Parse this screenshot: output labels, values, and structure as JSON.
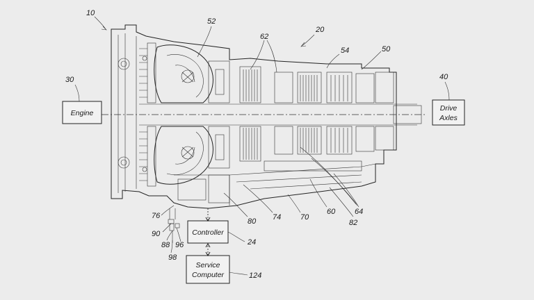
{
  "boxes": {
    "engine": "Engine",
    "drive_axles_line1": "Drive",
    "drive_axles_line2": "Axles",
    "controller": "Controller",
    "service_computer_line1": "Service",
    "service_computer_line2": "Computer"
  },
  "refs": {
    "r10": "10",
    "r20": "20",
    "r30": "30",
    "r40": "40",
    "r50": "50",
    "r52": "52",
    "r54": "54",
    "r62": "62",
    "r24": "24",
    "r124": "124",
    "r76": "76",
    "r90": "90",
    "r88": "88",
    "r96": "96",
    "r98": "98",
    "r80": "80",
    "r74": "74",
    "r70": "70",
    "r60": "60",
    "r82": "82",
    "r64": "64"
  }
}
